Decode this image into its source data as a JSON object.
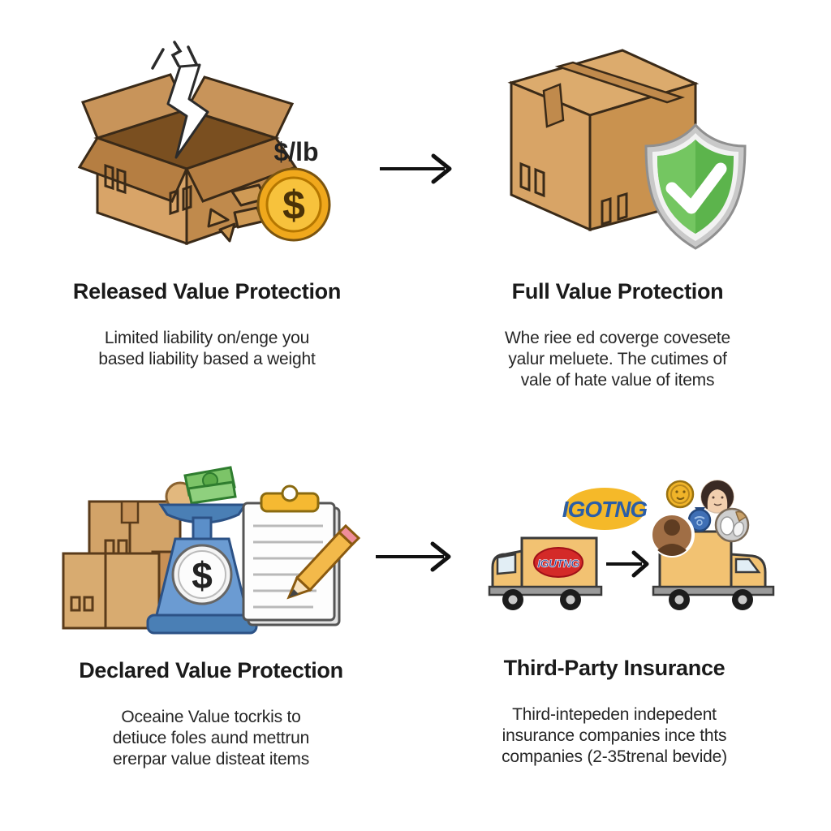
{
  "page": {
    "background": "#ffffff"
  },
  "cards": {
    "released": {
      "title": "Released Value Protection",
      "body": [
        "Limited liability on/enge you",
        "based liability based a weight"
      ],
      "price_label": "$/lb",
      "coin_symbol": "$",
      "icon": "damaged-box-with-coin"
    },
    "full": {
      "title": "Full Value Protection",
      "body": [
        "Whe riee ed coverge covesete",
        "yalur meluete. The cutimes of",
        "vale of hate value of items"
      ],
      "icon": "box-with-shield-check"
    },
    "declared": {
      "title": "Declared Value Protection",
      "body": [
        "Oceaine Value tocrkis to",
        "detiuce foles aund mettrun",
        "ererpar value disteat items"
      ],
      "scale_symbol": "$",
      "icon": "boxes-scale-clipboard"
    },
    "thirdparty": {
      "title": "Third-Party Insurance",
      "body": [
        "Third-intepeden indepedent",
        "insurance companies ince thts",
        "companies (2-35trenal bevide)"
      ],
      "logo_top": "IGOTNG",
      "logo_truck": "IGUTNG",
      "icon": "moving-trucks-handoff"
    }
  },
  "colors": {
    "background": "#ffffff",
    "cardboard": "#d8a468",
    "cardboard_dark": "#b57e42",
    "outline": "#3a2a18",
    "coin_gold": "#f0a81c",
    "shield_green": "#5cb44c",
    "shield_silver": "#c9c9c9",
    "scale_blue": "#6b9bd2",
    "money_green": "#7cc468",
    "clip_yellow": "#f5b932",
    "truck_tan": "#f2c272",
    "logo_red": "#d42a28",
    "logo_yellow": "#f5b929",
    "logo_blue": "#2b5ea7",
    "text": "#1a1a1a"
  }
}
